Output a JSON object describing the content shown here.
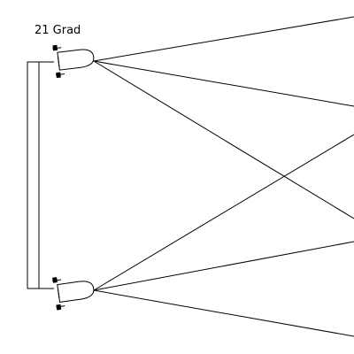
{
  "angle_label": "21 Grad",
  "colors": {
    "line": "#000000",
    "background": "#ffffff"
  },
  "lamps": [
    {
      "name": "top-lamp",
      "beam_count": 3
    },
    {
      "name": "bottom-lamp",
      "beam_count": 3
    }
  ]
}
